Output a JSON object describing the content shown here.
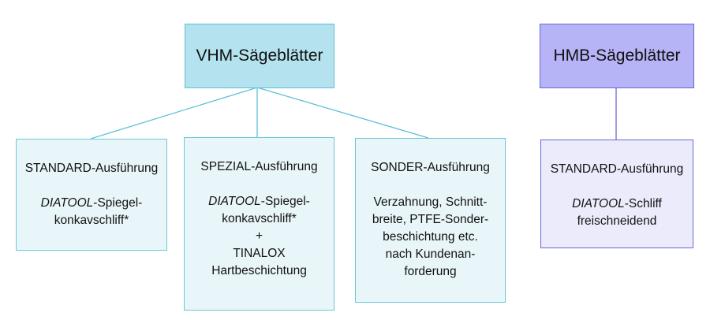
{
  "vhm": {
    "title": "VHM-Sägeblätter",
    "children": [
      {
        "heading": "STANDARD-Ausführung",
        "brand": "DIATOOL",
        "line1": "-Spiegel-",
        "line2": "konkavschliff*"
      },
      {
        "heading": "SPEZIAL-Ausführung",
        "brand": "DIATOOL",
        "line1": "-Spiegel-",
        "line2": "konkavschliff*",
        "plus": "+",
        "line3": "TINALOX",
        "line4": "Hartbeschichtung"
      },
      {
        "heading": "SONDER-Ausführung",
        "lines": [
          "Verzahnung, Schnitt-",
          "breite, PTFE-Sonder-",
          "beschichtung etc.",
          "nach Kundenan-",
          "forderung"
        ]
      }
    ]
  },
  "hmb": {
    "title": "HMB-Sägeblätter",
    "child": {
      "heading": "STANDARD-Ausführung",
      "brand": "DIATOOL",
      "line1": "-Schliff",
      "line2": "freischneidend"
    }
  }
}
